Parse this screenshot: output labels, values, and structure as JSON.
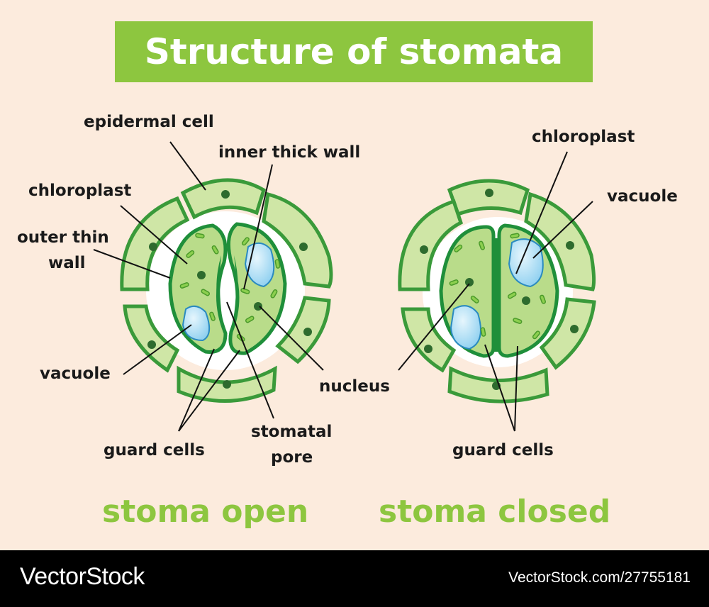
{
  "title": "Structure of stomata",
  "open_labels": {
    "epidermal_cell": "epidermal cell",
    "inner_thick_wall": "inner thick wall",
    "chloroplast": "chloroplast",
    "outer_thin_wall_line1": "outer thin",
    "outer_thin_wall_line2": "wall",
    "vacuole": "vacuole",
    "nucleus": "nucleus",
    "guard_cells": "guard cells",
    "stomatal_pore_line1": "stomatal",
    "stomatal_pore_line2": "pore"
  },
  "closed_labels": {
    "chloroplast": "chloroplast",
    "vacuole": "vacuole",
    "guard_cells": "guard cells"
  },
  "captions": {
    "open": "stoma open",
    "closed": "stoma closed"
  },
  "footer": {
    "brand": "VectorStock",
    "stock_id": "VectorStock.com/27755181"
  },
  "colors": {
    "background": "#fcebdd",
    "title_bg": "#8dc63f",
    "caption": "#8dc63f",
    "epidermal_fill": "#cfe6a6",
    "cell_outline": "#3a9a3a",
    "guard_fill": "#b9dc8a",
    "guard_outline": "#1f8f3a",
    "vacuole": "#a8dcf5",
    "nucleus": "#2e6b2e"
  }
}
